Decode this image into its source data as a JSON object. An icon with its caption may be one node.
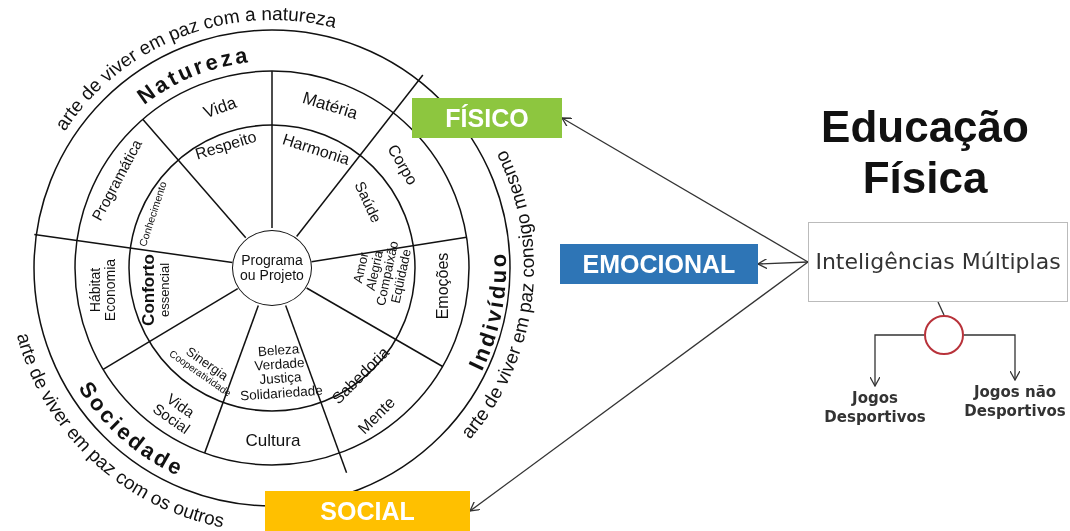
{
  "diagram": {
    "title": "Educação Física",
    "nodes": [
      {
        "text": [
          "Programa ou Projeto"
        ]
      },
      {
        "text": [
          "FÍSICO"
        ]
      },
      {
        "text": [
          "EMOCIONAL"
        ]
      },
      {
        "text": [
          "SOCIAL"
        ]
      },
      {
        "text": [
          "Inteligências Múltiplas"
        ]
      },
      {
        "text": [],
        "shape": "circle"
      },
      {
        "text": [
          "Jogos Desportivos"
        ]
      },
      {
        "text": [
          "Jogos não Desportivos"
        ]
      }
    ],
    "edges": [
      {
        "from": 4,
        "to": 1,
        "arrow": "to"
      },
      {
        "from": 4,
        "to": 2,
        "arrow": "to"
      },
      {
        "from": 4,
        "to": 3,
        "arrow": "to"
      },
      {
        "from": 4,
        "to": 5,
        "arrow": "none"
      },
      {
        "from": 5,
        "to": 6,
        "arrow": "to"
      },
      {
        "from": 5,
        "to": 7,
        "arrow": "to"
      }
    ],
    "labels": [
      "arte de viver em paz com a natureza",
      "Natureza",
      "Vida",
      "Matéria",
      "Respeito",
      "Harmonia",
      "Programática",
      "Conhecimento",
      "Corpo",
      "Saúde",
      "Hábitat",
      "Economia",
      "Conforto",
      "essencial",
      "Amor",
      "Alegria",
      "Compaixão",
      "Eqüidade",
      "Emoções",
      "Indivíduo",
      "arte de viver em paz consigo mesmo",
      "Sinergia",
      "Cooperatividade",
      "Vida Social",
      "Beleza",
      "Verdade",
      "Justiça",
      "Solidariedade",
      "Sabedoria",
      "Mente",
      "Sociedade",
      "Cultura",
      "arte de viver em paz com os outros"
    ]
  }
}
